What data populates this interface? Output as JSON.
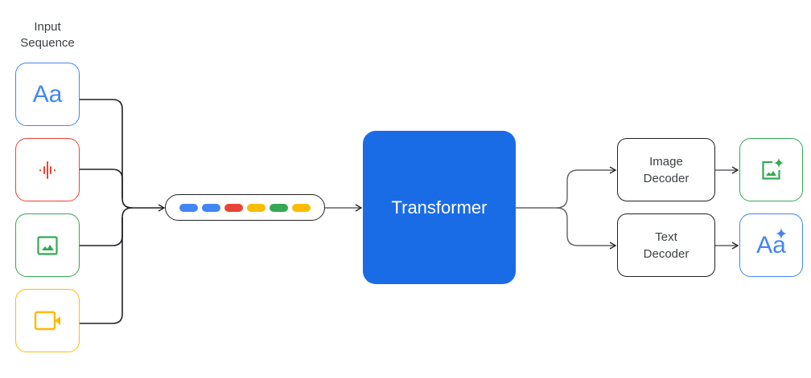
{
  "diagram": {
    "input_title": "Input Sequence",
    "inputs": [
      {
        "name": "text-input",
        "icon": "text-aa-icon",
        "label": "Aa",
        "color": "#4285f4"
      },
      {
        "name": "audio-input",
        "icon": "audio-waveform-icon",
        "color": "#ea4335"
      },
      {
        "name": "image-input",
        "icon": "image-icon",
        "color": "#34a853"
      },
      {
        "name": "video-input",
        "icon": "video-camera-icon",
        "color": "#fbbc04"
      }
    ],
    "token_sequence": {
      "tokens": [
        "#4285f4",
        "#4285f4",
        "#ea4335",
        "#fbbc04",
        "#34a853",
        "#fbbc04"
      ]
    },
    "transformer": {
      "label": "Transformer",
      "color": "#1a6be6"
    },
    "decoders": [
      {
        "name": "image-decoder",
        "line1": "Image",
        "line2": "Decoder"
      },
      {
        "name": "text-decoder",
        "line1": "Text",
        "line2": "Decoder"
      }
    ],
    "outputs": [
      {
        "name": "generated-image-output",
        "icon": "image-sparkle-icon",
        "color": "#34a853"
      },
      {
        "name": "generated-text-output",
        "icon": "text-sparkle-icon",
        "label": "Aa",
        "color": "#4285f4"
      }
    ]
  }
}
